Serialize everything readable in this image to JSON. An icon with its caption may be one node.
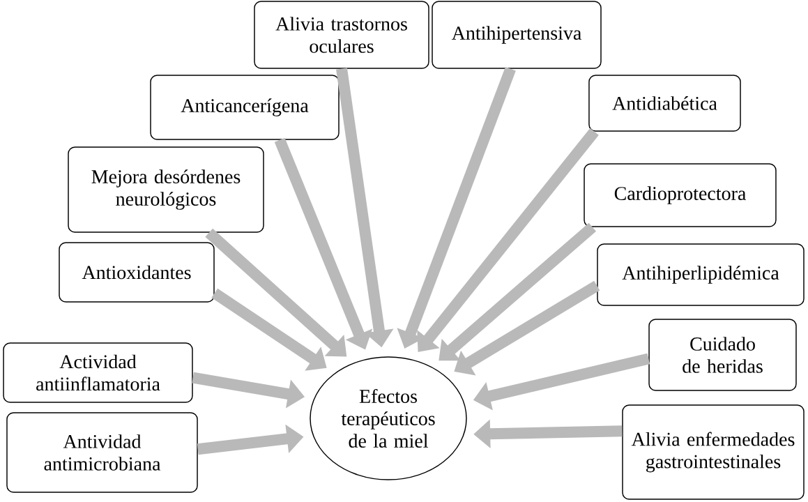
{
  "diagram": {
    "nodes": [
      {
        "text": [
          "Efectos terapéuticos de la miel"
        ]
      },
      {
        "text": [
          "Alivia trastornos oculares"
        ]
      },
      {
        "text": [
          "Antihipertensiva"
        ]
      },
      {
        "text": [
          "Anticancerígena"
        ]
      },
      {
        "text": [
          "Antidiabética"
        ]
      },
      {
        "text": [
          "Mejora desórdenes neurológicos"
        ]
      },
      {
        "text": [
          "Cardioprotectora"
        ]
      },
      {
        "text": [
          "Antioxidantes"
        ]
      },
      {
        "text": [
          "Antihiperlipidémica"
        ]
      },
      {
        "text": [
          "Actividad antiinflamatoria"
        ]
      },
      {
        "text": [
          "Cuidado de heridas"
        ]
      },
      {
        "text": [
          "Antividad antimicrobiana"
        ]
      },
      {
        "text": [
          "Alivia enfermedades gastrointestinales"
        ]
      }
    ],
    "edges": [
      {
        "from": 1,
        "to": 0,
        "arrow": "to"
      },
      {
        "from": 2,
        "to": 0,
        "arrow": "to"
      },
      {
        "from": 3,
        "to": 0,
        "arrow": "to"
      },
      {
        "from": 4,
        "to": 0,
        "arrow": "to"
      },
      {
        "from": 5,
        "to": 0,
        "arrow": "to"
      },
      {
        "from": 6,
        "to": 0,
        "arrow": "to"
      },
      {
        "from": 7,
        "to": 0,
        "arrow": "to"
      },
      {
        "from": 8,
        "to": 0,
        "arrow": "to"
      },
      {
        "from": 9,
        "to": 0,
        "arrow": "to"
      },
      {
        "from": 10,
        "to": 0,
        "arrow": "to"
      },
      {
        "from": 11,
        "to": 0,
        "arrow": "to"
      },
      {
        "from": 12,
        "to": 0,
        "arrow": "to"
      }
    ]
  }
}
